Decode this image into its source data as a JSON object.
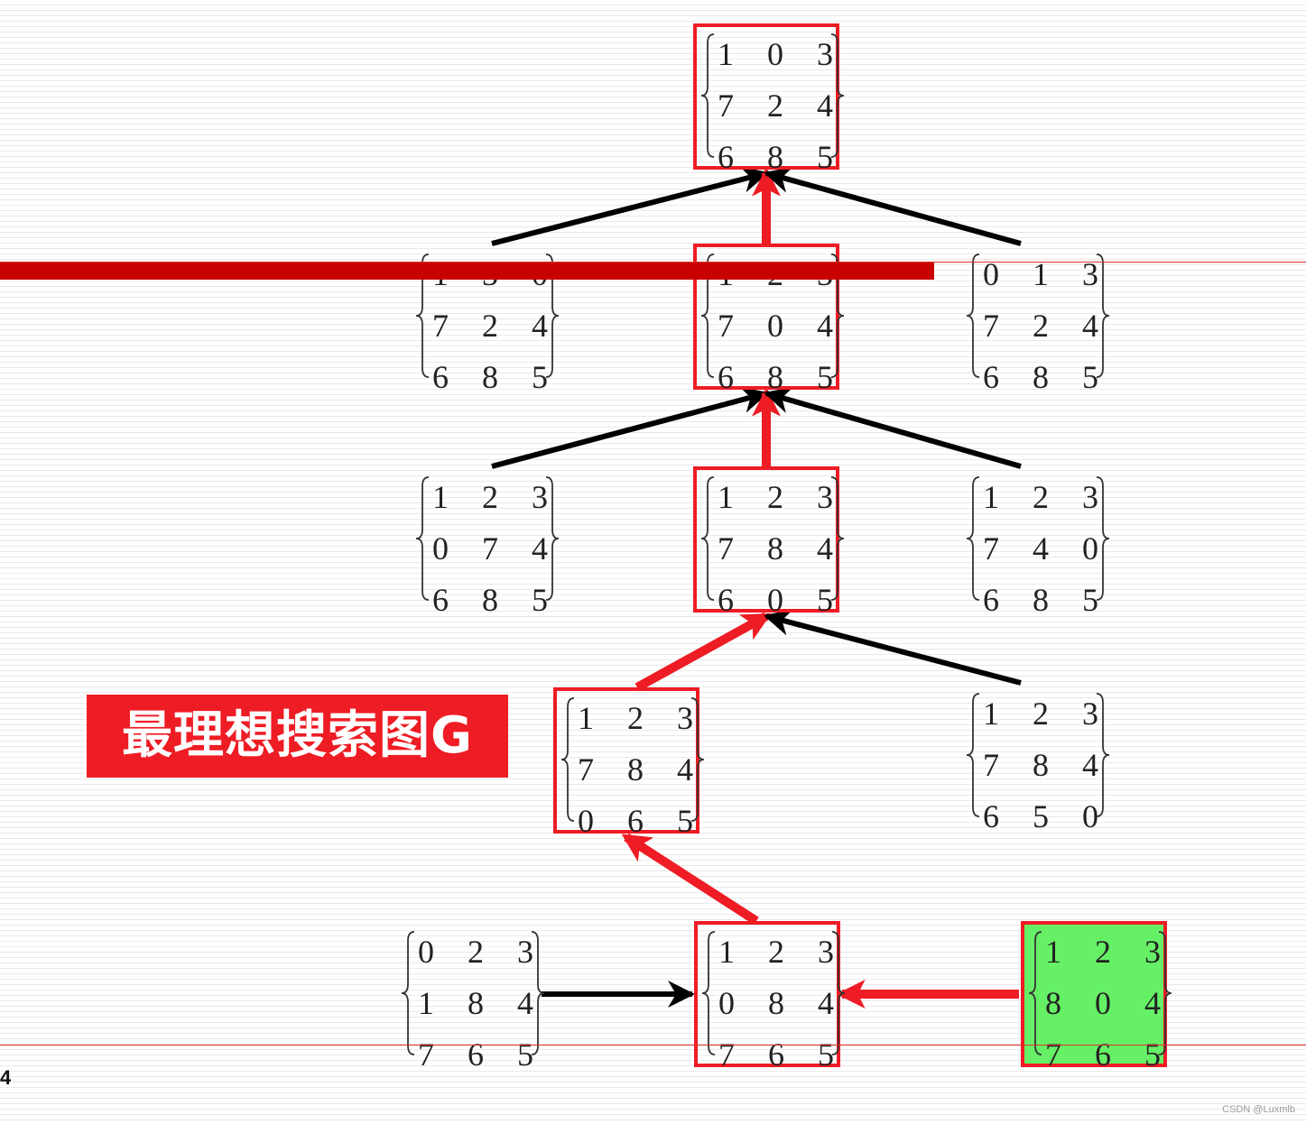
{
  "caption": "最理想搜索图G",
  "page_number": "4",
  "watermark": "CSDN @Luxmlb",
  "colors": {
    "highlight_red": "#ee1c24",
    "goal_green": "#66f066",
    "edge_black": "#000000",
    "bar_dark_red": "#c80000"
  },
  "nodes": [
    {
      "id": "n0",
      "matrix": [
        [
          "1",
          "0",
          "3"
        ],
        [
          "7",
          "2",
          "4"
        ],
        [
          "6",
          "8",
          "5"
        ]
      ],
      "boxed": true,
      "goal": false
    },
    {
      "id": "n1l",
      "matrix": [
        [
          "1",
          "3",
          "0"
        ],
        [
          "7",
          "2",
          "4"
        ],
        [
          "6",
          "8",
          "5"
        ]
      ],
      "boxed": false,
      "goal": false
    },
    {
      "id": "n1c",
      "matrix": [
        [
          "1",
          "2",
          "3"
        ],
        [
          "7",
          "0",
          "4"
        ],
        [
          "6",
          "8",
          "5"
        ]
      ],
      "boxed": true,
      "goal": false
    },
    {
      "id": "n1r",
      "matrix": [
        [
          "0",
          "1",
          "3"
        ],
        [
          "7",
          "2",
          "4"
        ],
        [
          "6",
          "8",
          "5"
        ]
      ],
      "boxed": false,
      "goal": false
    },
    {
      "id": "n2l",
      "matrix": [
        [
          "1",
          "2",
          "3"
        ],
        [
          "0",
          "7",
          "4"
        ],
        [
          "6",
          "8",
          "5"
        ]
      ],
      "boxed": false,
      "goal": false
    },
    {
      "id": "n2c",
      "matrix": [
        [
          "1",
          "2",
          "3"
        ],
        [
          "7",
          "8",
          "4"
        ],
        [
          "6",
          "0",
          "5"
        ]
      ],
      "boxed": true,
      "goal": false
    },
    {
      "id": "n2r",
      "matrix": [
        [
          "1",
          "2",
          "3"
        ],
        [
          "7",
          "4",
          "0"
        ],
        [
          "6",
          "8",
          "5"
        ]
      ],
      "boxed": false,
      "goal": false
    },
    {
      "id": "n3l",
      "matrix": [
        [
          "1",
          "2",
          "3"
        ],
        [
          "7",
          "8",
          "4"
        ],
        [
          "0",
          "6",
          "5"
        ]
      ],
      "boxed": true,
      "goal": false
    },
    {
      "id": "n3r",
      "matrix": [
        [
          "1",
          "2",
          "3"
        ],
        [
          "7",
          "8",
          "4"
        ],
        [
          "6",
          "5",
          "0"
        ]
      ],
      "boxed": false,
      "goal": false
    },
    {
      "id": "n4l",
      "matrix": [
        [
          "0",
          "2",
          "3"
        ],
        [
          "1",
          "8",
          "4"
        ],
        [
          "7",
          "6",
          "5"
        ]
      ],
      "boxed": false,
      "goal": false
    },
    {
      "id": "n4c",
      "matrix": [
        [
          "1",
          "2",
          "3"
        ],
        [
          "0",
          "8",
          "4"
        ],
        [
          "7",
          "6",
          "5"
        ]
      ],
      "boxed": true,
      "goal": false
    },
    {
      "id": "n4r",
      "matrix": [
        [
          "1",
          "2",
          "3"
        ],
        [
          "8",
          "0",
          "4"
        ],
        [
          "7",
          "6",
          "5"
        ]
      ],
      "boxed": true,
      "goal": true
    }
  ],
  "edges": [
    {
      "from": "n1l",
      "to": "n0",
      "style": "black"
    },
    {
      "from": "n1c",
      "to": "n0",
      "style": "red"
    },
    {
      "from": "n1r",
      "to": "n0",
      "style": "black"
    },
    {
      "from": "n2l",
      "to": "n1c",
      "style": "black"
    },
    {
      "from": "n2c",
      "to": "n1c",
      "style": "red"
    },
    {
      "from": "n2r",
      "to": "n1c",
      "style": "black"
    },
    {
      "from": "n3l",
      "to": "n2c",
      "style": "red"
    },
    {
      "from": "n3r",
      "to": "n2c",
      "style": "black"
    },
    {
      "from": "n4c",
      "to": "n3l",
      "style": "red"
    },
    {
      "from": "n4l",
      "to": "n4c",
      "style": "black"
    },
    {
      "from": "n4r",
      "to": "n4c",
      "style": "red"
    }
  ]
}
